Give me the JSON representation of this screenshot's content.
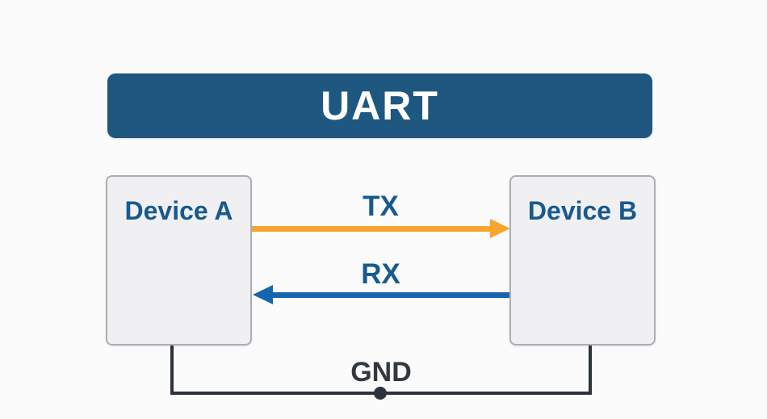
{
  "colors": {
    "page-bg": "#fbfbfb",
    "header-bg": "#1e577f",
    "header-text": "#ffffff",
    "label-blue": "#175a8d",
    "tx-orange": "#f7a52f",
    "rx-blue": "#1766ab",
    "gnd-dark": "#2d333b",
    "gnd-text": "#32383f",
    "box-bg": "#f0f0f2",
    "box-border": "#a9afb5"
  },
  "header": {
    "title": "UART"
  },
  "devices": {
    "a": {
      "label": "Device A"
    },
    "b": {
      "label": "Device B"
    }
  },
  "signals": {
    "tx": {
      "label": "TX",
      "direction": "a-to-b",
      "color": "#f7a52f"
    },
    "rx": {
      "label": "RX",
      "direction": "b-to-a",
      "color": "#1766ab"
    }
  },
  "ground": {
    "label": "GND",
    "junction": "dot"
  }
}
